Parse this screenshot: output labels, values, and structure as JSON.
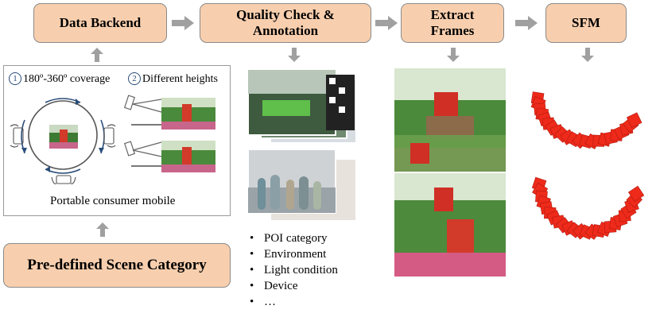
{
  "stages": {
    "data_backend": "Data Backend",
    "quality_check_line1": "Quality Check &",
    "quality_check_line2": "Annotation",
    "extract_line1": "Extract",
    "extract_line2": "Frames",
    "sfm": "SFM",
    "scene_category": "Pre-defined Scene Category"
  },
  "capture_panel": {
    "coverage_num": "1",
    "coverage_text": "180º-360º coverage",
    "heights_num": "2",
    "heights_text": "Different heights",
    "caption": "Portable consumer mobile"
  },
  "annotation_list": [
    "POI category",
    "Environment",
    "Light condition",
    "Device",
    "…"
  ],
  "colors": {
    "stage_fill": "#f8cfae",
    "arrow": "#a0a0a0",
    "camera": "#ee2a1a"
  }
}
